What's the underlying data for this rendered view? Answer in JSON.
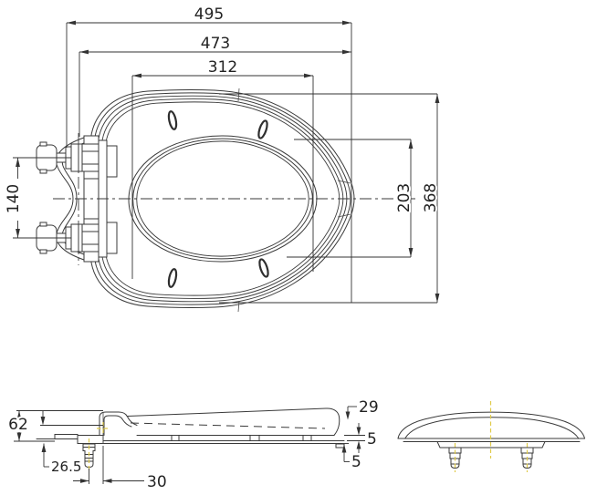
{
  "drawing": {
    "type": "technical-drawing",
    "subject": "toilet seat and lid, three orthographic views",
    "colors": {
      "line": "#3a3a3a",
      "accent_centerline": "#e0cb4a",
      "background": "#ffffff"
    },
    "dims": {
      "overall_length": "495",
      "seat_length": "473",
      "lid_inner_width": "312",
      "hinge_bolt_spacing": "140",
      "opening_width": "203",
      "seat_width": "368",
      "total_height": "62",
      "bolt_drop": "26.5",
      "bolt_offset": "30",
      "front_lid_height": "29",
      "rim_thickness": "5",
      "base_step": "5"
    }
  }
}
